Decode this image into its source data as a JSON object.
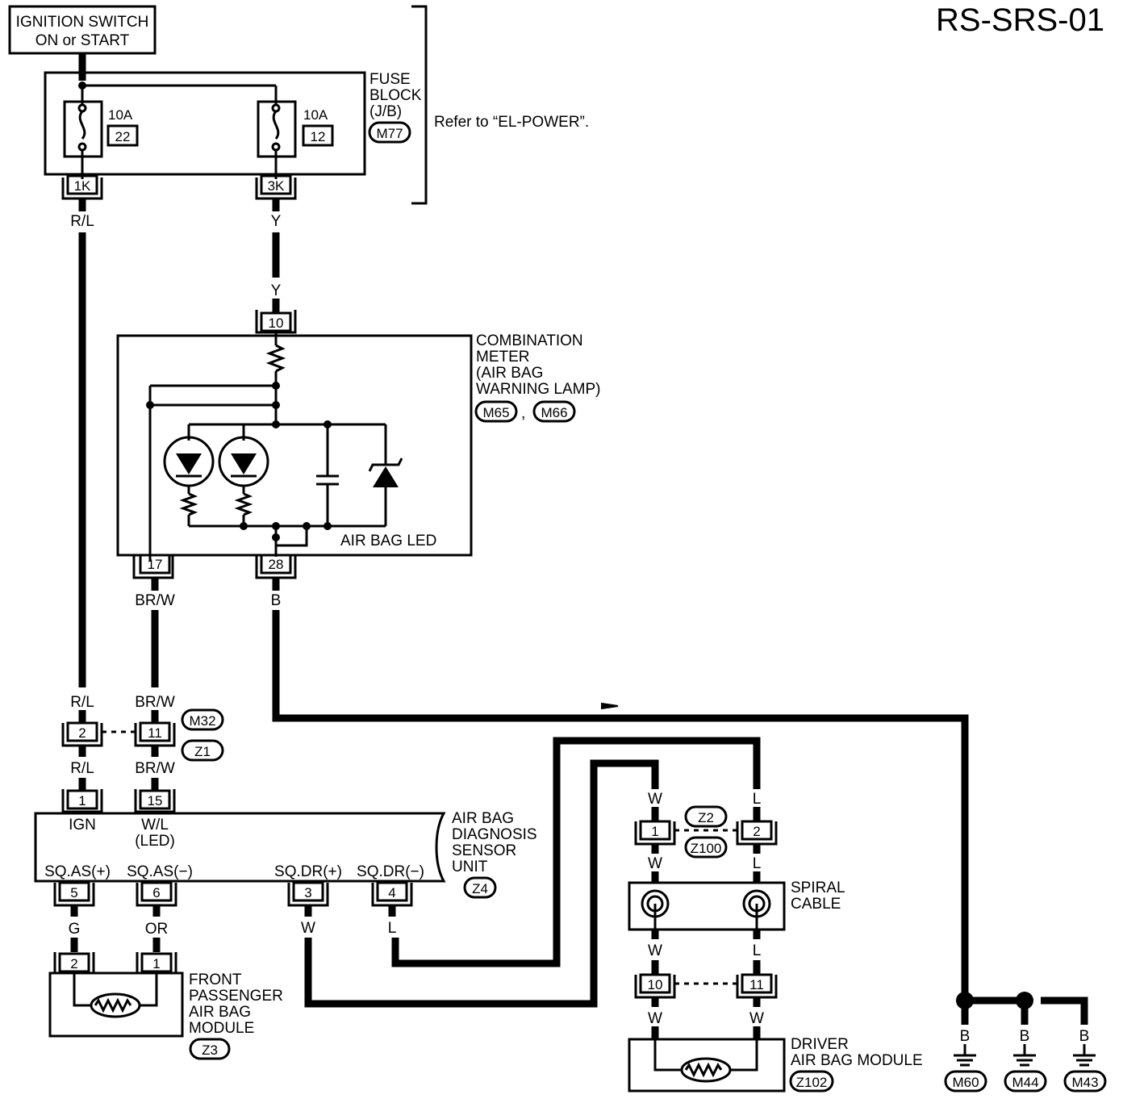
{
  "diagram_id": "RS-SRS-01",
  "ignition": {
    "line1": "IGNITION SWITCH",
    "line2": "ON or START"
  },
  "fuse_block": {
    "label": [
      "FUSE",
      "BLOCK",
      "(J/B)"
    ],
    "connector": "M77",
    "fuse_a": {
      "rating": "10A",
      "number": "22",
      "terminal": "1K"
    },
    "fuse_b": {
      "rating": "10A",
      "number": "12",
      "terminal": "3K"
    },
    "note": "Refer to “EL-POWER”."
  },
  "combination_meter": {
    "label": [
      "COMBINATION",
      "METER",
      "(AIR BAG",
      "WARNING LAMP)"
    ],
    "connector_a": "M65",
    "connector_sep": ",",
    "connector_b": "M66",
    "pin_top": "10",
    "pin_left": "17",
    "pin_right": "28",
    "led_label": "AIR BAG LED"
  },
  "wires": {
    "rl": "R/L",
    "y": "Y",
    "brw": "BR/W",
    "b": "B",
    "g": "G",
    "or": "OR",
    "w": "W",
    "l": "L"
  },
  "harness_m32_z1": {
    "pin_a": "2",
    "pin_b": "11",
    "connector_a": "M32",
    "connector_b": "Z1"
  },
  "sensor_unit": {
    "label": [
      "AIR BAG",
      "DIAGNOSIS",
      "SENSOR",
      "UNIT"
    ],
    "connector": "Z4",
    "pins": [
      {
        "pin": "1",
        "name": "IGN"
      },
      {
        "pin": "15",
        "name": "W/L",
        "sub": "(LED)"
      },
      {
        "pin": "5",
        "name": "SQ.AS(+)"
      },
      {
        "pin": "6",
        "name": "SQ.AS(−)"
      },
      {
        "pin": "3",
        "name": "SQ.DR(+)"
      },
      {
        "pin": "4",
        "name": "SQ.DR(−)"
      }
    ]
  },
  "passenger_module": {
    "label": [
      "FRONT",
      "PASSENGER",
      "AIR BAG",
      "MODULE"
    ],
    "connector": "Z3",
    "pin_a": "2",
    "pin_b": "1"
  },
  "harness_z2_z100": {
    "pin_a": "1",
    "pin_b": "2",
    "connector_a": "Z2",
    "connector_b": "Z100"
  },
  "spiral_cable": {
    "label": [
      "SPIRAL",
      "CABLE"
    ],
    "pin_a": "10",
    "pin_b": "11"
  },
  "driver_module": {
    "label": [
      "DRIVER",
      "AIR BAG MODULE"
    ],
    "connector": "Z102"
  },
  "grounds": [
    "M60",
    "M44",
    "M43"
  ]
}
